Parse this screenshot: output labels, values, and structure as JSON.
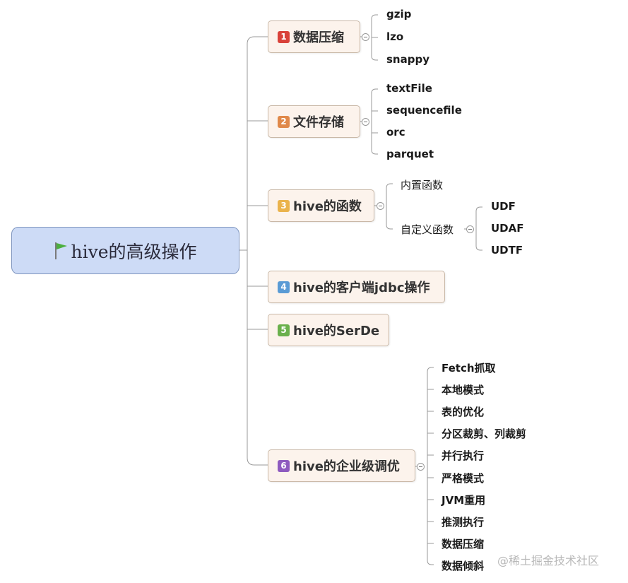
{
  "root": {
    "label": "hive的高级操作",
    "icon": "flag-icon"
  },
  "topics": [
    {
      "number": "1",
      "label": "数据压缩",
      "color": "#d9423a",
      "children": [
        "gzip",
        "lzo",
        "snappy"
      ]
    },
    {
      "number": "2",
      "label": "文件存储",
      "color": "#e0894a",
      "children": [
        "textFile",
        "sequencefile",
        "orc",
        "parquet"
      ]
    },
    {
      "number": "3",
      "label": "hive的函数",
      "color": "#eab34c",
      "children": [
        "内置函数",
        "自定义函数"
      ],
      "grandchildren": [
        "UDF",
        "UDAF",
        "UDTF"
      ]
    },
    {
      "number": "4",
      "label": "hive的客户端jdbc操作",
      "color": "#5a9bd5"
    },
    {
      "number": "5",
      "label": "hive的SerDe",
      "color": "#6ab04c"
    },
    {
      "number": "6",
      "label": "hive的企业级调优",
      "color": "#8e5bbf",
      "children": [
        "Fetch抓取",
        "本地模式",
        "表的优化",
        "分区裁剪、列裁剪",
        "并行执行",
        "严格模式",
        "JVM重用",
        "推测执行",
        "数据压缩",
        "数据倾斜"
      ]
    }
  ],
  "watermark": "@稀土掘金技术社区"
}
